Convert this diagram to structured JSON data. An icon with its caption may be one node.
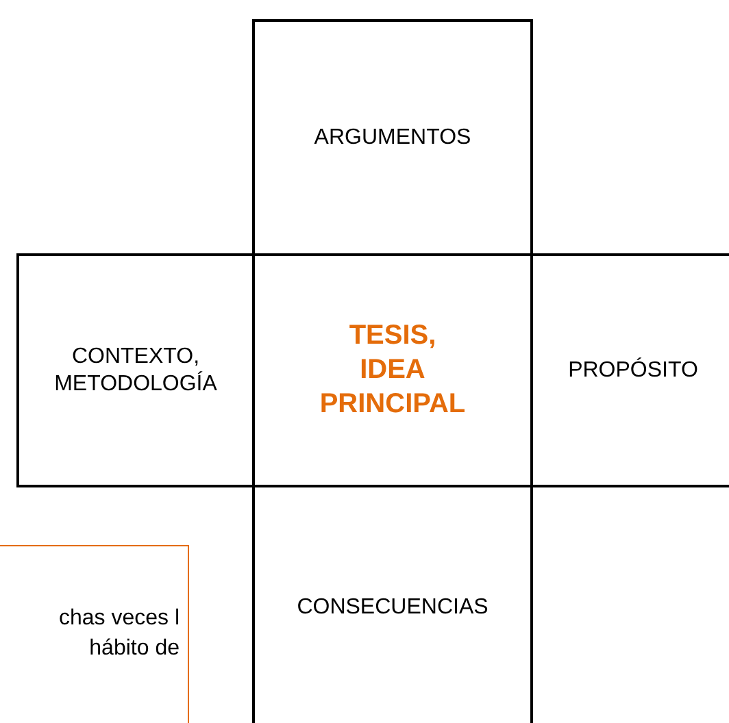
{
  "diagram": {
    "nodes": [
      {
        "text": [
          "ARGUMENTOS"
        ]
      },
      {
        "text": [
          "CONTEXTO, METODOLOGÍA"
        ]
      },
      {
        "text": [
          "TESIS, IDEA PRINCIPAL"
        ]
      },
      {
        "text": [
          "PROPÓSITO"
        ]
      },
      {
        "text": [
          "CONSECUENCIAS"
        ]
      },
      {
        "text": [
          "chas veces l hábito de"
        ]
      }
    ]
  }
}
